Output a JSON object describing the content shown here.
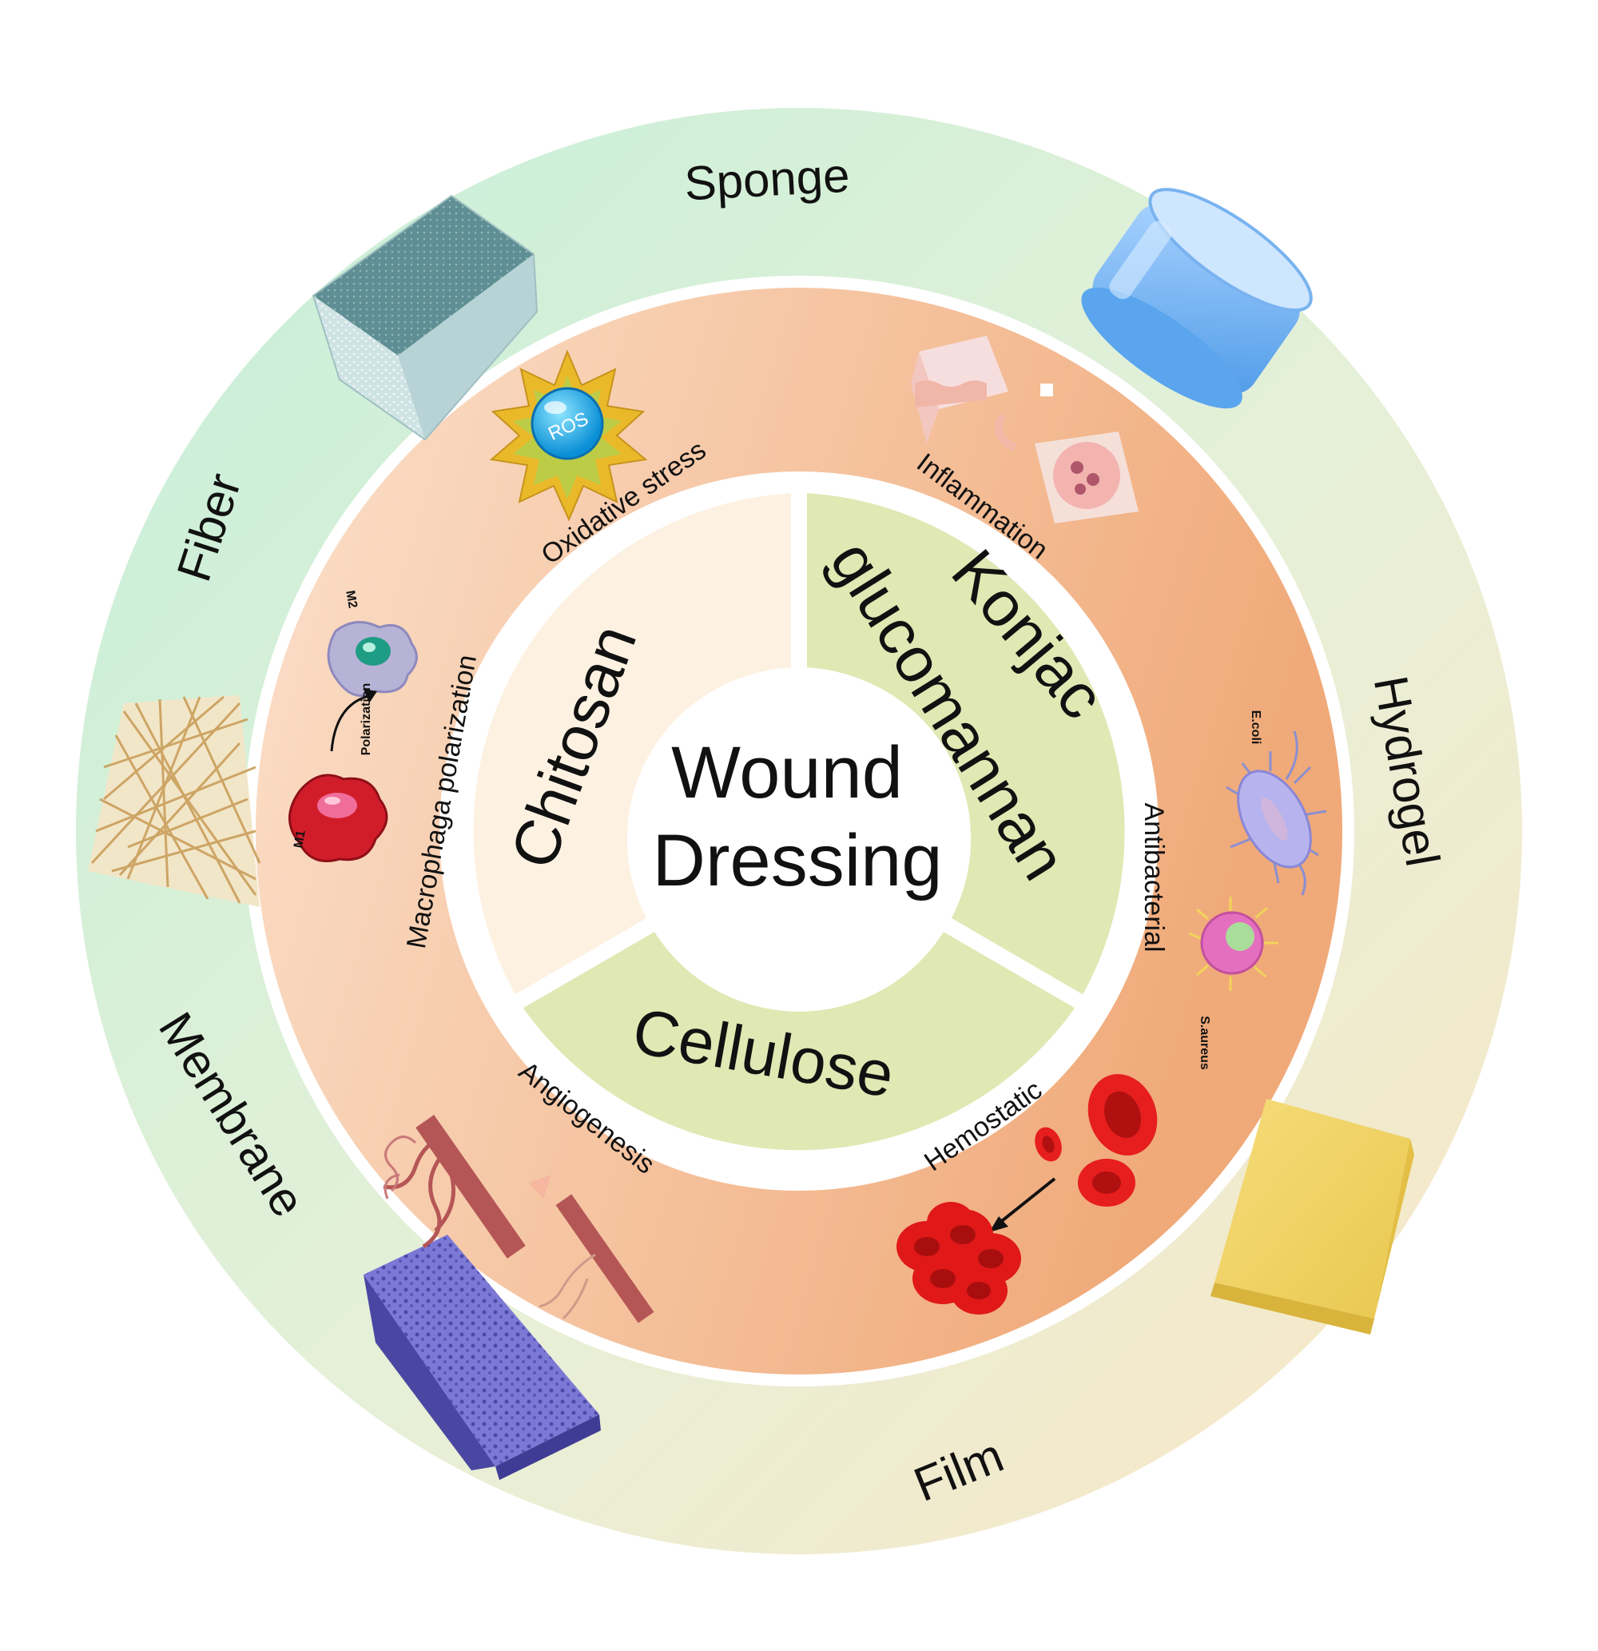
{
  "center": {
    "line1": "Wound",
    "line2": "Dressing"
  },
  "materials": {
    "chitosan": "Chitosan",
    "konjac": "Konjac",
    "glucomannan": "glucomannan",
    "cellulose": "Cellulose"
  },
  "functions": {
    "oxidative_stress": "Oxidative stress",
    "ros": "ROS",
    "inflammation": "Inflammation",
    "antibacterial": "Antibacterial",
    "ecoli": "E.coli",
    "saureus": "S.aureus",
    "hemostatic": "Hemostatic",
    "angiogenesis": "Angiogenesis",
    "macrophage": "Macrophaga polarization",
    "polarization": "Polarization",
    "m1": "M1",
    "m2": "M2"
  },
  "forms": {
    "sponge": "Sponge",
    "hydrogel": "Hydrogel",
    "film": "Film",
    "membrane": "Membrane",
    "fiber": "Fiber"
  },
  "colors": {
    "outer_ring_green": "#cdeedb",
    "outer_ring_yellow": "#f8e7c6",
    "middle_ring_light": "#fbe3cf",
    "middle_ring_orange": "#f1b184",
    "chitosan_fill": "#fdf1e2",
    "konjac_fill": "#e0e8b4",
    "cellulose_fill": "#e0e8b4"
  }
}
